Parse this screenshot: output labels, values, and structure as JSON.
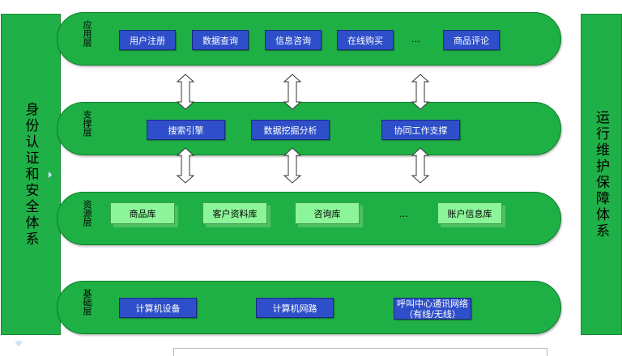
{
  "left_bar": "身份认证和安全体系",
  "right_bar": "运行维护保障体系",
  "layers": {
    "app": {
      "label": "应用层",
      "items": [
        "用户注册",
        "数据查询",
        "信息咨询",
        "在线购买",
        "商品评论"
      ],
      "ellipsis": "…"
    },
    "support": {
      "label": "支撑层",
      "items": [
        "搜索引擎",
        "数据挖掘分析",
        "协同工作支撑"
      ]
    },
    "resource": {
      "label": "资源层",
      "items": [
        "商品库",
        "客户资料库",
        "咨询库",
        "账户信息库"
      ],
      "ellipsis": "…"
    },
    "base": {
      "label": "基础层",
      "items": [
        "计算机设备",
        "计算机网路"
      ],
      "callcenter_line1": "呼叫中心通讯网络",
      "callcenter_line2": "（有线/无线）"
    }
  },
  "colors": {
    "layer_green": "#1fb045",
    "blue_box": "#2e4fc9",
    "light_green_box": "#8cf59a"
  }
}
